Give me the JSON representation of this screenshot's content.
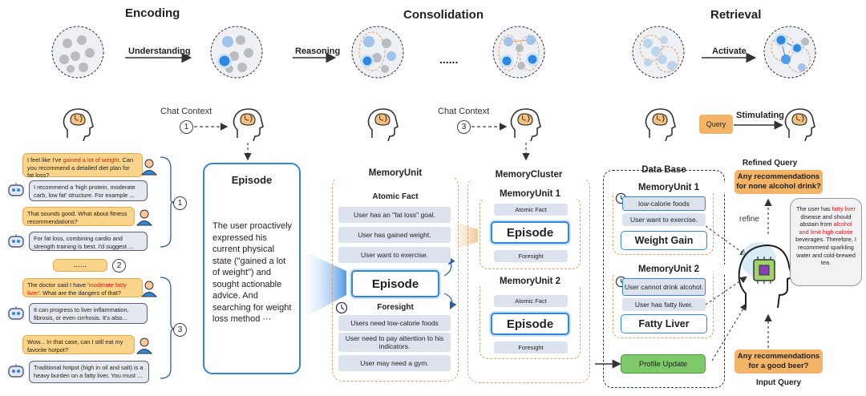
{
  "stages": {
    "encoding": "Encoding",
    "consolidation": "Consolidation",
    "retrieval": "Retrieval"
  },
  "flow_labels": {
    "understanding": "Understanding",
    "reasoning": "Reasoning",
    "ellipsis": "......",
    "activate": "Activate",
    "stimulating": "Stimulating",
    "chat_context_1": "Chat Context",
    "chat_context_3": "Chat Context",
    "num_1": "1",
    "num_3": "3",
    "refine": "refine"
  },
  "chat": {
    "m1_pre": "I feel like I've ",
    "m1_hl": "gained a lot of weight",
    "m1_post": ". Can you recommend a detailed diet plan for fat loss?",
    "m2": "I recommend a 'high protein, moderate carb, low fat' structure. For example ...",
    "m3": "That sounds good. What about fitness recommendations?",
    "m4": "For fat loss, combining cardio and strength training is best. I'd suggest ...",
    "gap": "......",
    "m5_pre": "The doctor said I have '",
    "m5_hl": "moderate fatty liver",
    "m5_post": "'. What are the dangers of that?",
    "m6": "It can progress to liver inflammation, fibrosis, or even cirrhosis. It's also...",
    "m7": "Wow... In that case, can I still eat my favorite hotpot?",
    "m8": "Traditional hotpot (high in oil and salt) is a heavy burden on a fatty liver. You must ...",
    "group_1": "1",
    "group_2": "2",
    "group_3": "3"
  },
  "episode": {
    "title": "Episode",
    "body": "The user proactively expressed his current physical state (\"gained a lot of weight\") and sought actionable advice. And searching for weight loss method ···"
  },
  "memory_unit": {
    "title": "MemoryUnit",
    "atomic_fact": "Atomic Fact",
    "facts": [
      "User has an \"fat loss\" goal.",
      "User has gained weight.",
      "User want to exercise."
    ],
    "episode": "Episode",
    "foresight": "Foresight",
    "foresights": [
      "Users need low-calorie foods",
      "User need to pay attention to his indicators.",
      "User may need a gym."
    ]
  },
  "memory_cluster": {
    "title": "MemoryCluster",
    "unit1_title": "MemoryUnit 1",
    "unit2_title": "MemoryUnit 2",
    "atomic_fact": "Atomic Fact",
    "episode": "Episode",
    "foresight": "Foresight"
  },
  "database": {
    "title": "Data Base",
    "unit1_title": "MemoryUnit 1",
    "unit1_items": [
      "low-calorie foods",
      "User want to exercise."
    ],
    "unit1_label": "Weight Gain",
    "unit2_title": "MemoryUnit 2",
    "unit2_items": [
      "User cannot drink alcohol.",
      "User has fatty liver."
    ],
    "unit2_label": "Fatty Liver",
    "profile_update": "Profile Update"
  },
  "retrieval": {
    "query": "Query",
    "refined_title": "Refined Query",
    "refined_text": "Any recommendations for none alcohol drink?",
    "input_title": "Input Query",
    "input_text": "Any recommendations for a good beer?",
    "answer_1": "The user has ",
    "answer_hl1": "fatty liver",
    "answer_2": " disease and should abstain from ",
    "answer_hl2": "alcohol and limit high-calorie",
    "answer_3": " beverages. Therefore, I recommend sparkling water and cold-brewed tea."
  },
  "colors": {
    "accent_blue": "#2f88e0",
    "user_bubble": "#fad48a",
    "query_orange": "#f3b468",
    "fact_grey": "#dde3ee",
    "highlight_red": "#e0151b",
    "profile_green": "#7ec96a"
  }
}
